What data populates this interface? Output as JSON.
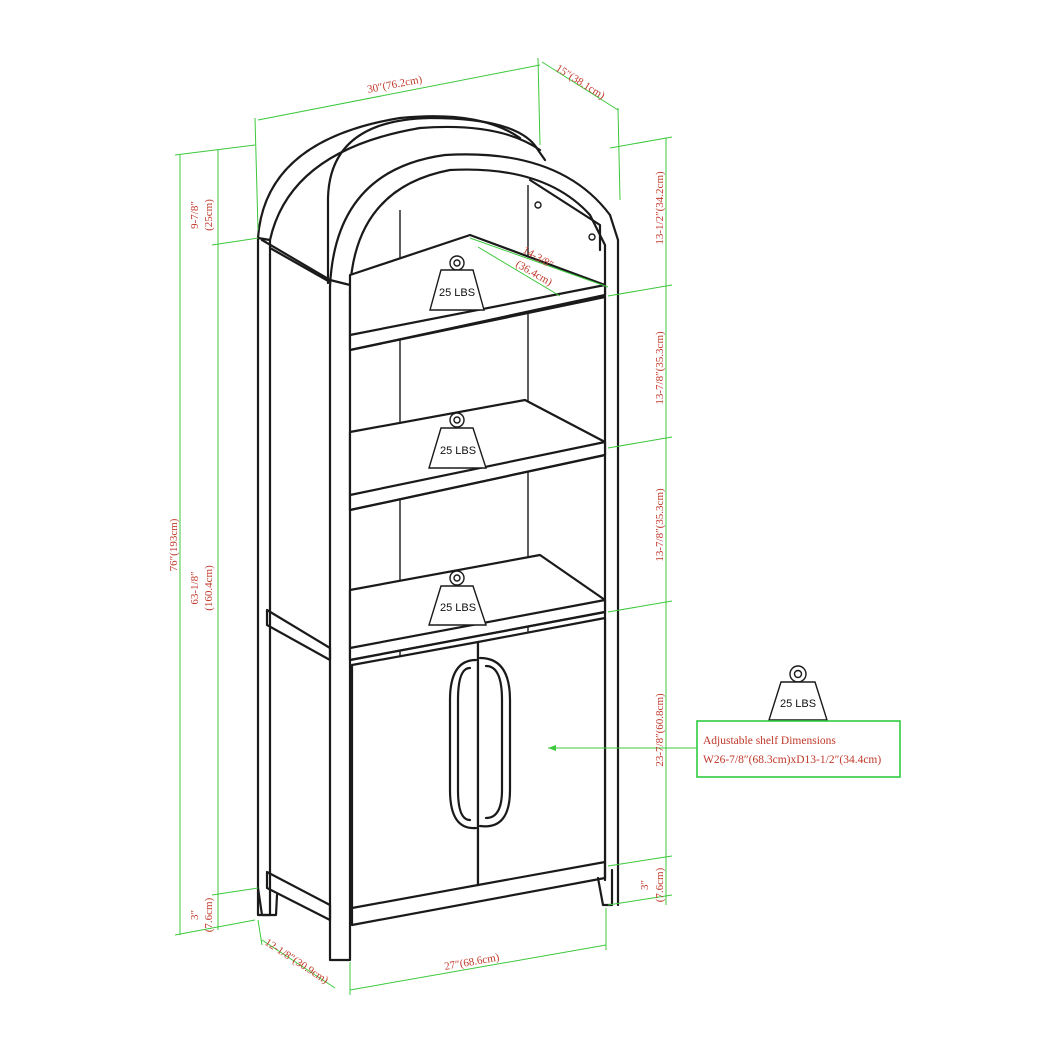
{
  "dimensions": {
    "width_top": "30″(76.2cm)",
    "depth_top": "15″(38.1cm)",
    "arch_height": "9-7/8″",
    "arch_height_cm": "(25cm)",
    "total_height": "76″(193cm)",
    "body_height": "63-1/8″",
    "body_height_cm": "(160.4cm)",
    "leg_left": "3″",
    "leg_left_cm": "(7.6cm)",
    "shelf_depth": "14-3/8″",
    "shelf_depth_cm": "(36.4cm)",
    "spacing_1": "13-1/2″(34.2cm)",
    "spacing_2": "13-7/8″(35.3cm)",
    "spacing_3": "13-7/8″(35.3cm)",
    "cabinet_height": "23-7/8″(60.8cm)",
    "leg_right": "3″",
    "leg_right_cm": "(7.6cm)",
    "base_depth": "12-1/8″(30.9cm)",
    "base_width": "27″(68.6cm)"
  },
  "weights": [
    "25 LBS",
    "25 LBS",
    "25 LBS",
    "25 LBS"
  ],
  "shelf_box": {
    "line1": "Adjustable shelf Dimensions",
    "line2": "W26-7/8″(68.3cm)xD13-1/2″(34.4cm)"
  }
}
